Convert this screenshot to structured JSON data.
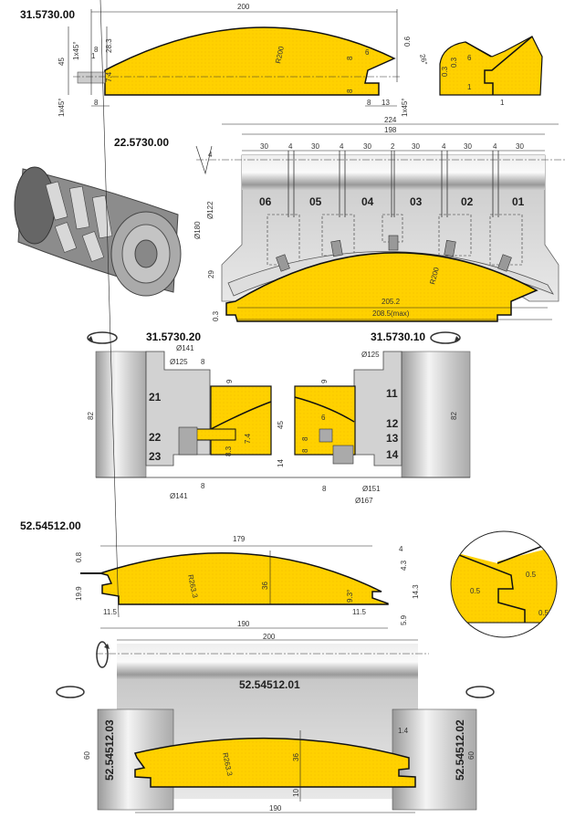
{
  "colors": {
    "profile": "#FFD100",
    "steel": "#C8C8C8",
    "outline": "#111111"
  },
  "section1": {
    "title": "31.5730.00",
    "dims": [
      "200",
      "45",
      "1x45°",
      "8",
      "28.3",
      "1",
      "7.4",
      "8",
      "R200",
      "8",
      "6",
      "0.6",
      "26°",
      "8",
      "8",
      "13",
      "1x45°",
      "1x45°"
    ],
    "detail": [
      "0.3",
      "0.3",
      "6",
      "1",
      "1"
    ]
  },
  "section2": {
    "title": "22.5730.00",
    "dims": {
      "overall": "224",
      "inner": "198",
      "d122": "Ø122",
      "d180": "Ø180",
      "h29": "29",
      "h03": "0.3",
      "w2052": "205.2",
      "w2085": "208.5(max)",
      "r200": "R200"
    },
    "segment_widths": [
      "30",
      "4",
      "30",
      "4",
      "30",
      "2",
      "30",
      "4",
      "30",
      "4",
      "30"
    ],
    "knife_numbers": [
      "06",
      "05",
      "04",
      "03",
      "02",
      "01"
    ],
    "roughness": "4"
  },
  "section3": {
    "left_title": "31.5730.20",
    "right_title": "31.5730.10",
    "left_numbers": [
      "21",
      "22",
      "23"
    ],
    "right_numbers": [
      "11",
      "12",
      "13",
      "14"
    ],
    "left_dims": {
      "d141": "Ø141",
      "d125": "Ø125",
      "w8": "8",
      "h9": "9",
      "h82": "82",
      "h74": "7.4",
      "h83": "8.3",
      "b8": "8",
      "b141": "Ø141"
    },
    "right_dims": {
      "d125": "Ø125",
      "h9": "9",
      "h82": "82",
      "w6": "6",
      "h8a": "8",
      "h8b": "8",
      "b8": "8",
      "d151": "Ø151",
      "d167": "Ø167"
    },
    "mid_dims": {
      "h45": "45",
      "h14": "14"
    }
  },
  "section4": {
    "title": "52.54512.00",
    "dims": {
      "w179": "179",
      "h08": "0.8",
      "h199": "19.9",
      "r": "R263.3",
      "h36": "36",
      "a93": "9.3°",
      "w4": "4",
      "h43": "4.3",
      "h143": "14.3",
      "h59": "5.9",
      "l115": "11.5",
      "r115": "11.5",
      "w190": "190"
    },
    "detail": [
      "0.5",
      "0.5",
      "0.5"
    ]
  },
  "section5": {
    "top_label": "52.54512.01",
    "left_label": "52.54512.03",
    "right_label": "52.54512.02",
    "dims": {
      "w200": "200",
      "h60l": "60",
      "h60r": "60",
      "r": "R263.3",
      "h36": "36",
      "h10": "10",
      "w14": "1.4",
      "w190": "190"
    }
  }
}
